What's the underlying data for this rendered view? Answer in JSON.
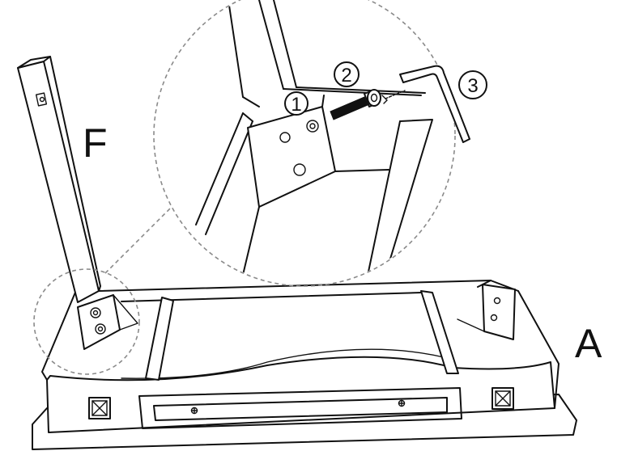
{
  "labels": {
    "part_f": "F",
    "part_a": "A"
  },
  "steps": [
    {
      "number": "1"
    },
    {
      "number": "2"
    },
    {
      "number": "3"
    }
  ],
  "icons": {
    "allen_key": "allen-key-icon",
    "bolt": "bolt-icon",
    "washer": "washer-icon"
  }
}
